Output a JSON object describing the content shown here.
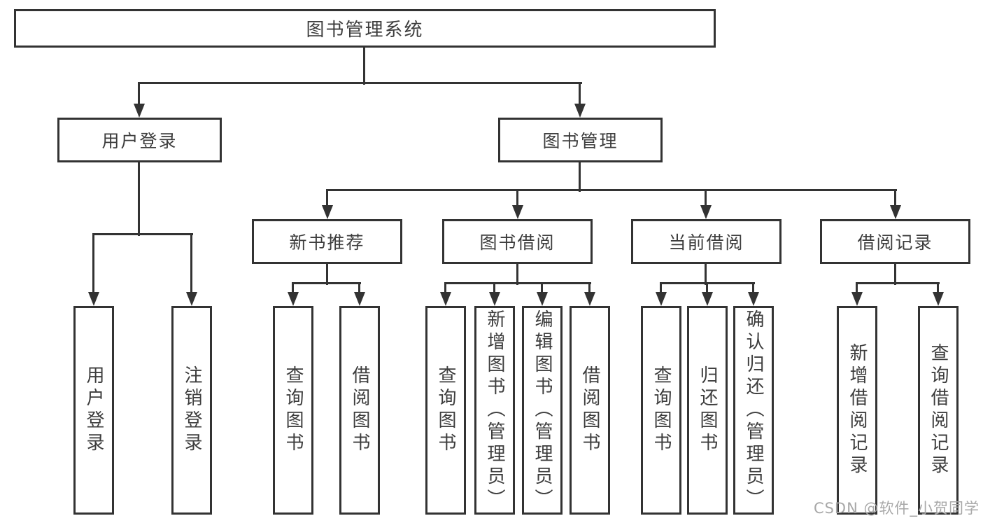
{
  "diagram": {
    "title_node": {
      "label": "图书管理系统"
    },
    "level2": [
      {
        "label": "用户登录"
      },
      {
        "label": "图书管理"
      }
    ],
    "level3": [
      {
        "label": "新书推荐"
      },
      {
        "label": "图书借阅"
      },
      {
        "label": "当前借阅"
      },
      {
        "label": "借阅记录"
      }
    ],
    "leaves": {
      "user_login": [
        {
          "label": "用户登录"
        },
        {
          "label": "注销登录"
        }
      ],
      "new_book_recommend": [
        {
          "label": "查询图书"
        },
        {
          "label": "借阅图书"
        }
      ],
      "book_borrow": [
        {
          "label": "查询图书"
        },
        {
          "label": "新增图书（管理员）"
        },
        {
          "label": "编辑图书（管理员）"
        },
        {
          "label": "借阅图书"
        }
      ],
      "current_borrow": [
        {
          "label": "查询图书"
        },
        {
          "label": "归还图书"
        },
        {
          "label": "确认归还（管理员）"
        }
      ],
      "borrow_records": [
        {
          "label": "新增借阅记录"
        },
        {
          "label": "查询借阅记录"
        }
      ]
    },
    "colors": {
      "line": "#333333",
      "text": "#3d3d3d",
      "background": "#ffffff",
      "watermark": "#a8a8a8"
    }
  },
  "watermark": {
    "text": "CSDN @软件_小贺同学"
  }
}
